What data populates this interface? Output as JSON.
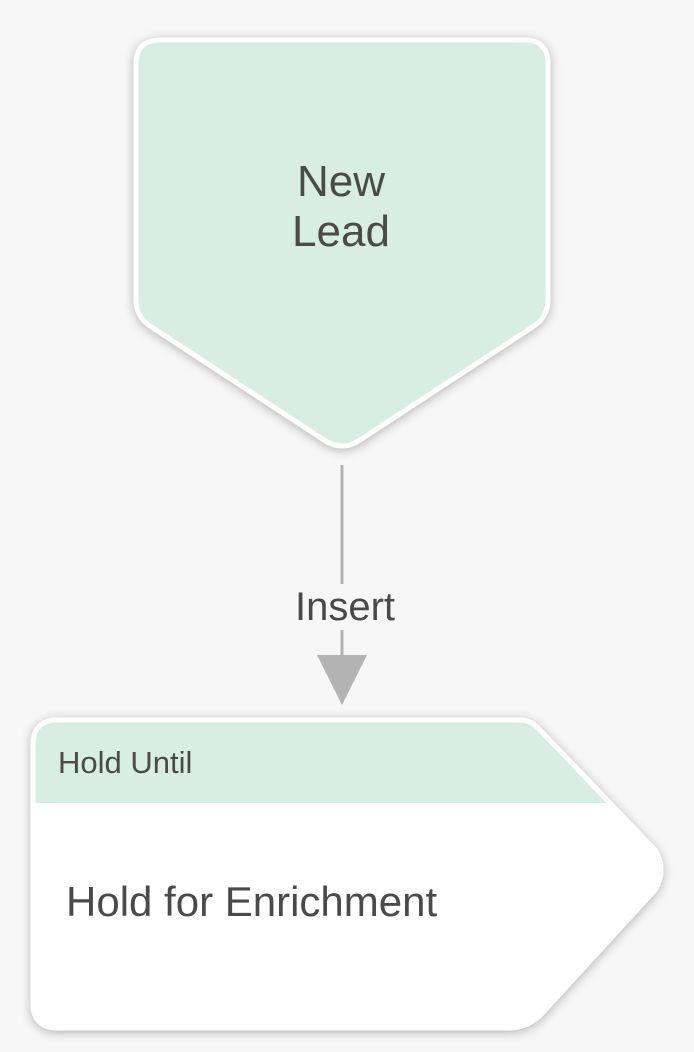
{
  "diagram": {
    "start_node": {
      "line1": "New",
      "line2": "Lead"
    },
    "edge": {
      "label": "Insert"
    },
    "hold_node": {
      "header": "Hold Until",
      "body": "Hold for Enrichment"
    }
  },
  "colors": {
    "background": "#f7f7f7",
    "node_fill_green": "#d8ede3",
    "node_fill_white": "#ffffff",
    "node_border": "#ffffff",
    "connector": "#b3b3b3",
    "text": "#4a4a4a"
  }
}
